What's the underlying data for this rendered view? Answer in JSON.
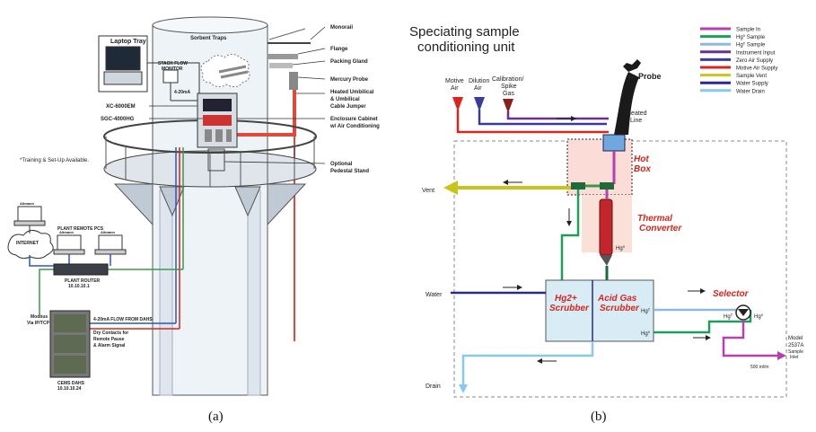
{
  "panel_a": {
    "caption": "(a)",
    "labels": {
      "monorail": "Monorail",
      "sorbent_traps": "Sorbent Traps",
      "flange": "Flange",
      "packing_gland": "Packing Gland",
      "mercury_probe": "Mercury Probe",
      "heated_umbilical": "Heated Umbilical",
      "umbilical_cable": "& Umbilical",
      "cable_jumper": "Cable Jumper",
      "enclosure_cabinet": "Enclosure Cabinet",
      "air_conditioning": "w/ Air Conditioning",
      "optional": "Optional",
      "pedestal_stand": "Pedestal Stand",
      "laptop_tray": "Laptop Tray",
      "stack_flow_monitor_1": "STACK FLOW",
      "stack_flow_monitor_2": "MONITOR",
      "ma_signal": "4-20mA",
      "xc_6000em": "XC-6000EM",
      "sgc_4000hg": "SGC-4000HG",
      "training": "*Training & Set-Up Available.",
      "plant_remote_pcs": "PLANT REMOTE PCS",
      "internet": "INTERNET",
      "plant_router": "PLANT ROUTER",
      "router_ip": "10.10.10.1",
      "modbus": "Modbus",
      "via_ip": "Via IP/TCP",
      "flow_from_dahs": "4-20mA FLOW FROM DAHS",
      "dry_contacts_1": "Dry Contacts for",
      "dry_contacts_2": "Remote Pause",
      "dry_contacts_3": "& Alarm Signal",
      "cems_dahs": "CEMS DAHS",
      "cems_ip": "10.10.10.24",
      "brand": "Altmann"
    }
  },
  "panel_b": {
    "caption": "(b)",
    "title_line1": "Speciating sample",
    "title_line2": "conditioning unit",
    "labels": {
      "motive_air_1": "Motive",
      "motive_air_2": "Air",
      "dilution_air_1": "Dilution",
      "dilution_air_2": "Air",
      "calibration_1": "Calibration/",
      "calibration_2": "Spike",
      "calibration_3": "Gas",
      "to_probe": "to Probe",
      "heated_line_1": "Heated",
      "heated_line_2": "Line",
      "hot_box_1": "Hot",
      "hot_box_2": "Box",
      "vent": "Vent",
      "thermal_1": "Thermal",
      "thermal_2": "Converter",
      "hg0_converter": "Hg⁰",
      "water": "Water",
      "hg2_scrubber_1": "Hg2+",
      "hg2_scrubber_2": "Scrubber",
      "acid_gas_1": "Acid Gas",
      "acid_gas_2": "Scrubber",
      "hgt_out": "Hgᵀ",
      "hg0_out": "Hg⁰",
      "selector": "Selector",
      "sel_hgt": "Hgᵀ",
      "sel_hg0": "Hg⁰",
      "flow_rate": "500 ml/m",
      "model_1": "Model",
      "model_2": "2537A",
      "model_3": "Sample",
      "model_4": "Inlet",
      "drain": "Drain"
    },
    "legend": [
      {
        "label": "Sample In",
        "color": "#b83fb0"
      },
      {
        "label": "Hg⁰ Sample",
        "color": "#1f9e5a"
      },
      {
        "label": "Hgᵀ Sample",
        "color": "#8fb8e0"
      },
      {
        "label": "Instrument Input",
        "color": "#6b2f8f"
      },
      {
        "label": "Zero Air Supply",
        "color": "#3a3aa0"
      },
      {
        "label": "Motive Air Supply",
        "color": "#d9251c"
      },
      {
        "label": "Sample Vent",
        "color": "#c9c41c"
      },
      {
        "label": "Water Supply",
        "color": "#2a2a8a"
      },
      {
        "label": "Water Drain",
        "color": "#88c8e8"
      }
    ]
  }
}
